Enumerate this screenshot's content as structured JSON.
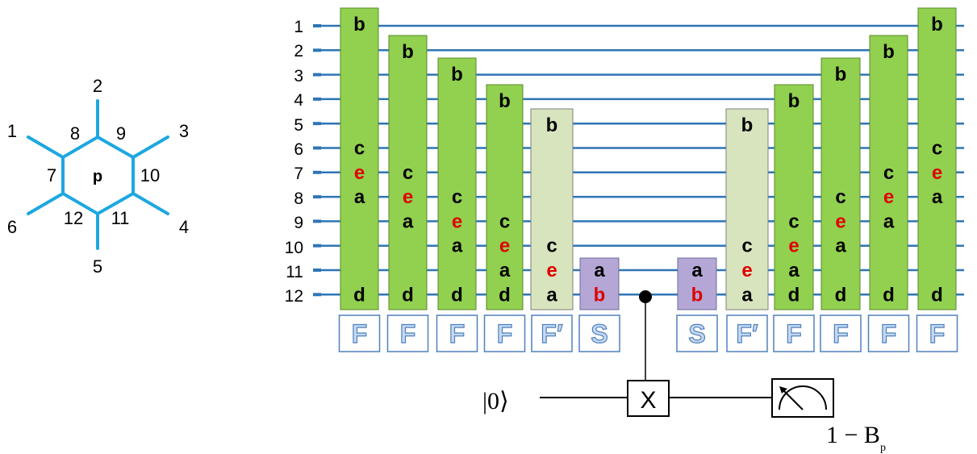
{
  "hexagon": {
    "center_label": "p",
    "edge_labels": [
      "1",
      "2",
      "3",
      "4",
      "5",
      "6",
      "7",
      "8",
      "9",
      "10",
      "11",
      "12"
    ]
  },
  "circuit": {
    "row_labels": [
      "1",
      "2",
      "3",
      "4",
      "5",
      "6",
      "7",
      "8",
      "9",
      "10",
      "11",
      "12"
    ],
    "gates": [
      {
        "box_label": "F",
        "light": false,
        "letters": {
          "top": "b",
          "mid": [
            "c",
            "e",
            "a"
          ],
          "bottom": "d"
        }
      },
      {
        "box_label": "F",
        "light": false,
        "letters": {
          "top": "b",
          "mid": [
            "c",
            "e",
            "a"
          ],
          "bottom": "d"
        }
      },
      {
        "box_label": "F",
        "light": false,
        "letters": {
          "top": "b",
          "mid": [
            "c",
            "e",
            "a"
          ],
          "bottom": "d"
        }
      },
      {
        "box_label": "F",
        "light": false,
        "letters": {
          "top": "b",
          "mid": [
            "c",
            "e",
            "a"
          ],
          "bottom": "d"
        }
      },
      {
        "box_label": "F′",
        "light": true,
        "letters": {
          "top": "b",
          "mid": [
            "c",
            "e",
            "a"
          ],
          "bottom": ""
        }
      },
      {
        "box_label": "S",
        "swap": true,
        "letters": {
          "top": "a",
          "bottom": "b"
        }
      },
      {
        "box_label": "S",
        "swap": true,
        "letters": {
          "top": "a",
          "bottom": "b"
        }
      },
      {
        "box_label": "F′",
        "light": true,
        "letters": {
          "top": "b",
          "mid": [
            "c",
            "e",
            "a"
          ],
          "bottom": ""
        }
      },
      {
        "box_label": "F",
        "light": false,
        "letters": {
          "top": "b",
          "mid": [
            "c",
            "e",
            "a"
          ],
          "bottom": "d"
        }
      },
      {
        "box_label": "F",
        "light": false,
        "letters": {
          "top": "b",
          "mid": [
            "c",
            "e",
            "a"
          ],
          "bottom": "d"
        }
      },
      {
        "box_label": "F",
        "light": false,
        "letters": {
          "top": "b",
          "mid": [
            "c",
            "e",
            "a"
          ],
          "bottom": "d"
        }
      },
      {
        "box_label": "F",
        "light": false,
        "letters": {
          "top": "b",
          "mid": [
            "c",
            "e",
            "a"
          ],
          "bottom": "d"
        }
      }
    ],
    "ancilla_ket": "|0⟩",
    "cnot_target": "X",
    "measurement_label": "1 − B",
    "measurement_subscript": "p"
  },
  "colors": {
    "wire": "#2e75b6",
    "hexagon": "#1ea7e1",
    "gate_green": "#92d050",
    "gate_light": "#d7e4bd",
    "gate_swap": "#b4a7d6",
    "box_border": "#4f81bd",
    "box_text": "#c6d9f1",
    "highlight": "#e00000"
  }
}
